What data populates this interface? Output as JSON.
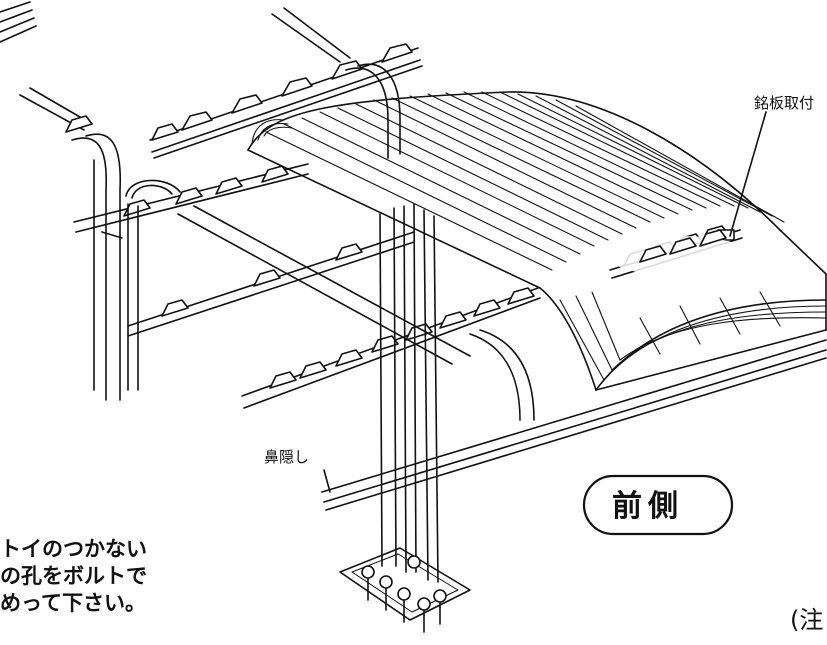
{
  "labels": {
    "nameplate": "銘板取付",
    "fascia": "鼻隠し",
    "front": "前側",
    "corner": "(注"
  },
  "note": {
    "line1": "トイのつかない",
    "line2": "の孔をボルトで",
    "line3": "めって下さい。"
  },
  "colors": {
    "ink": "#111111",
    "background": "#ffffff"
  }
}
